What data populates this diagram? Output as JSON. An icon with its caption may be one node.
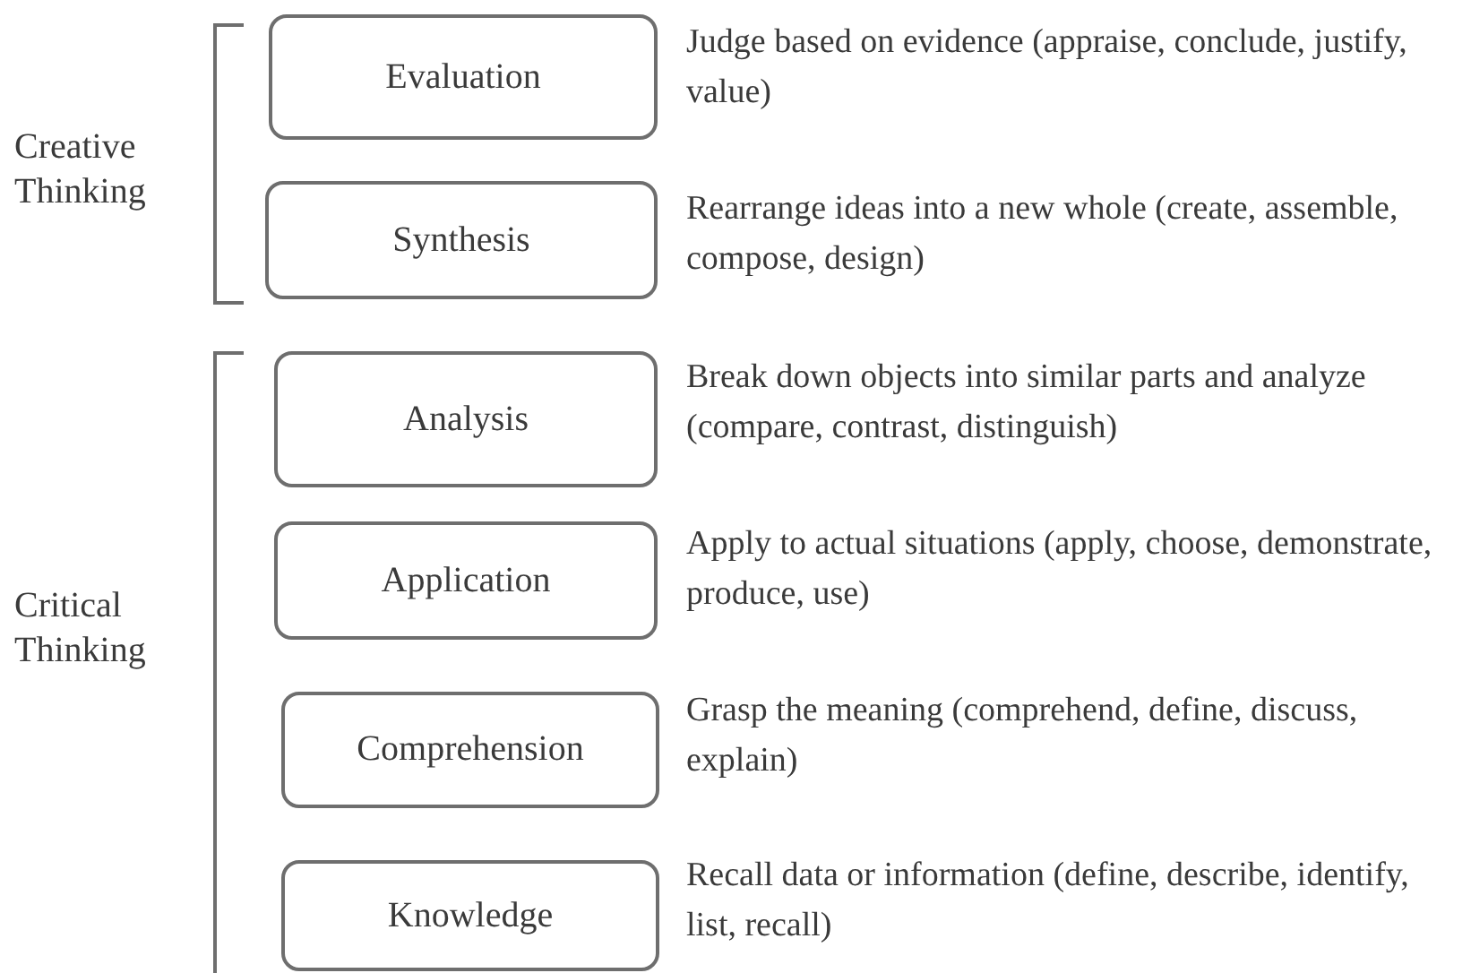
{
  "diagram": {
    "nodes": [
      {
        "text": [
          "Evaluation"
        ],
        "beside": [
          "Judge based on evidence (appraise, conclude, justify, value)"
        ]
      },
      {
        "text": [
          "Synthesis"
        ],
        "beside": [
          "Rearrange ideas into a new whole (create, assemble, compose, design)"
        ]
      },
      {
        "text": [
          "Analysis"
        ],
        "beside": [
          "Break down objects into similar parts and analyze (compare, contrast, distinguish)"
        ]
      },
      {
        "text": [
          "Application"
        ],
        "beside": [
          "Apply to actual situations (apply, choose, demonstrate, produce, use)"
        ]
      },
      {
        "text": [
          "Comprehension"
        ],
        "beside": [
          "Grasp the meaning (comprehend, define, discuss, explain)"
        ]
      },
      {
        "text": [
          "Knowledge"
        ],
        "beside": [
          "Recall data or information (define, describe, identify, list, recall)"
        ]
      }
    ],
    "labels": [
      "Creative Thinking",
      "Critical Thinking"
    ]
  }
}
